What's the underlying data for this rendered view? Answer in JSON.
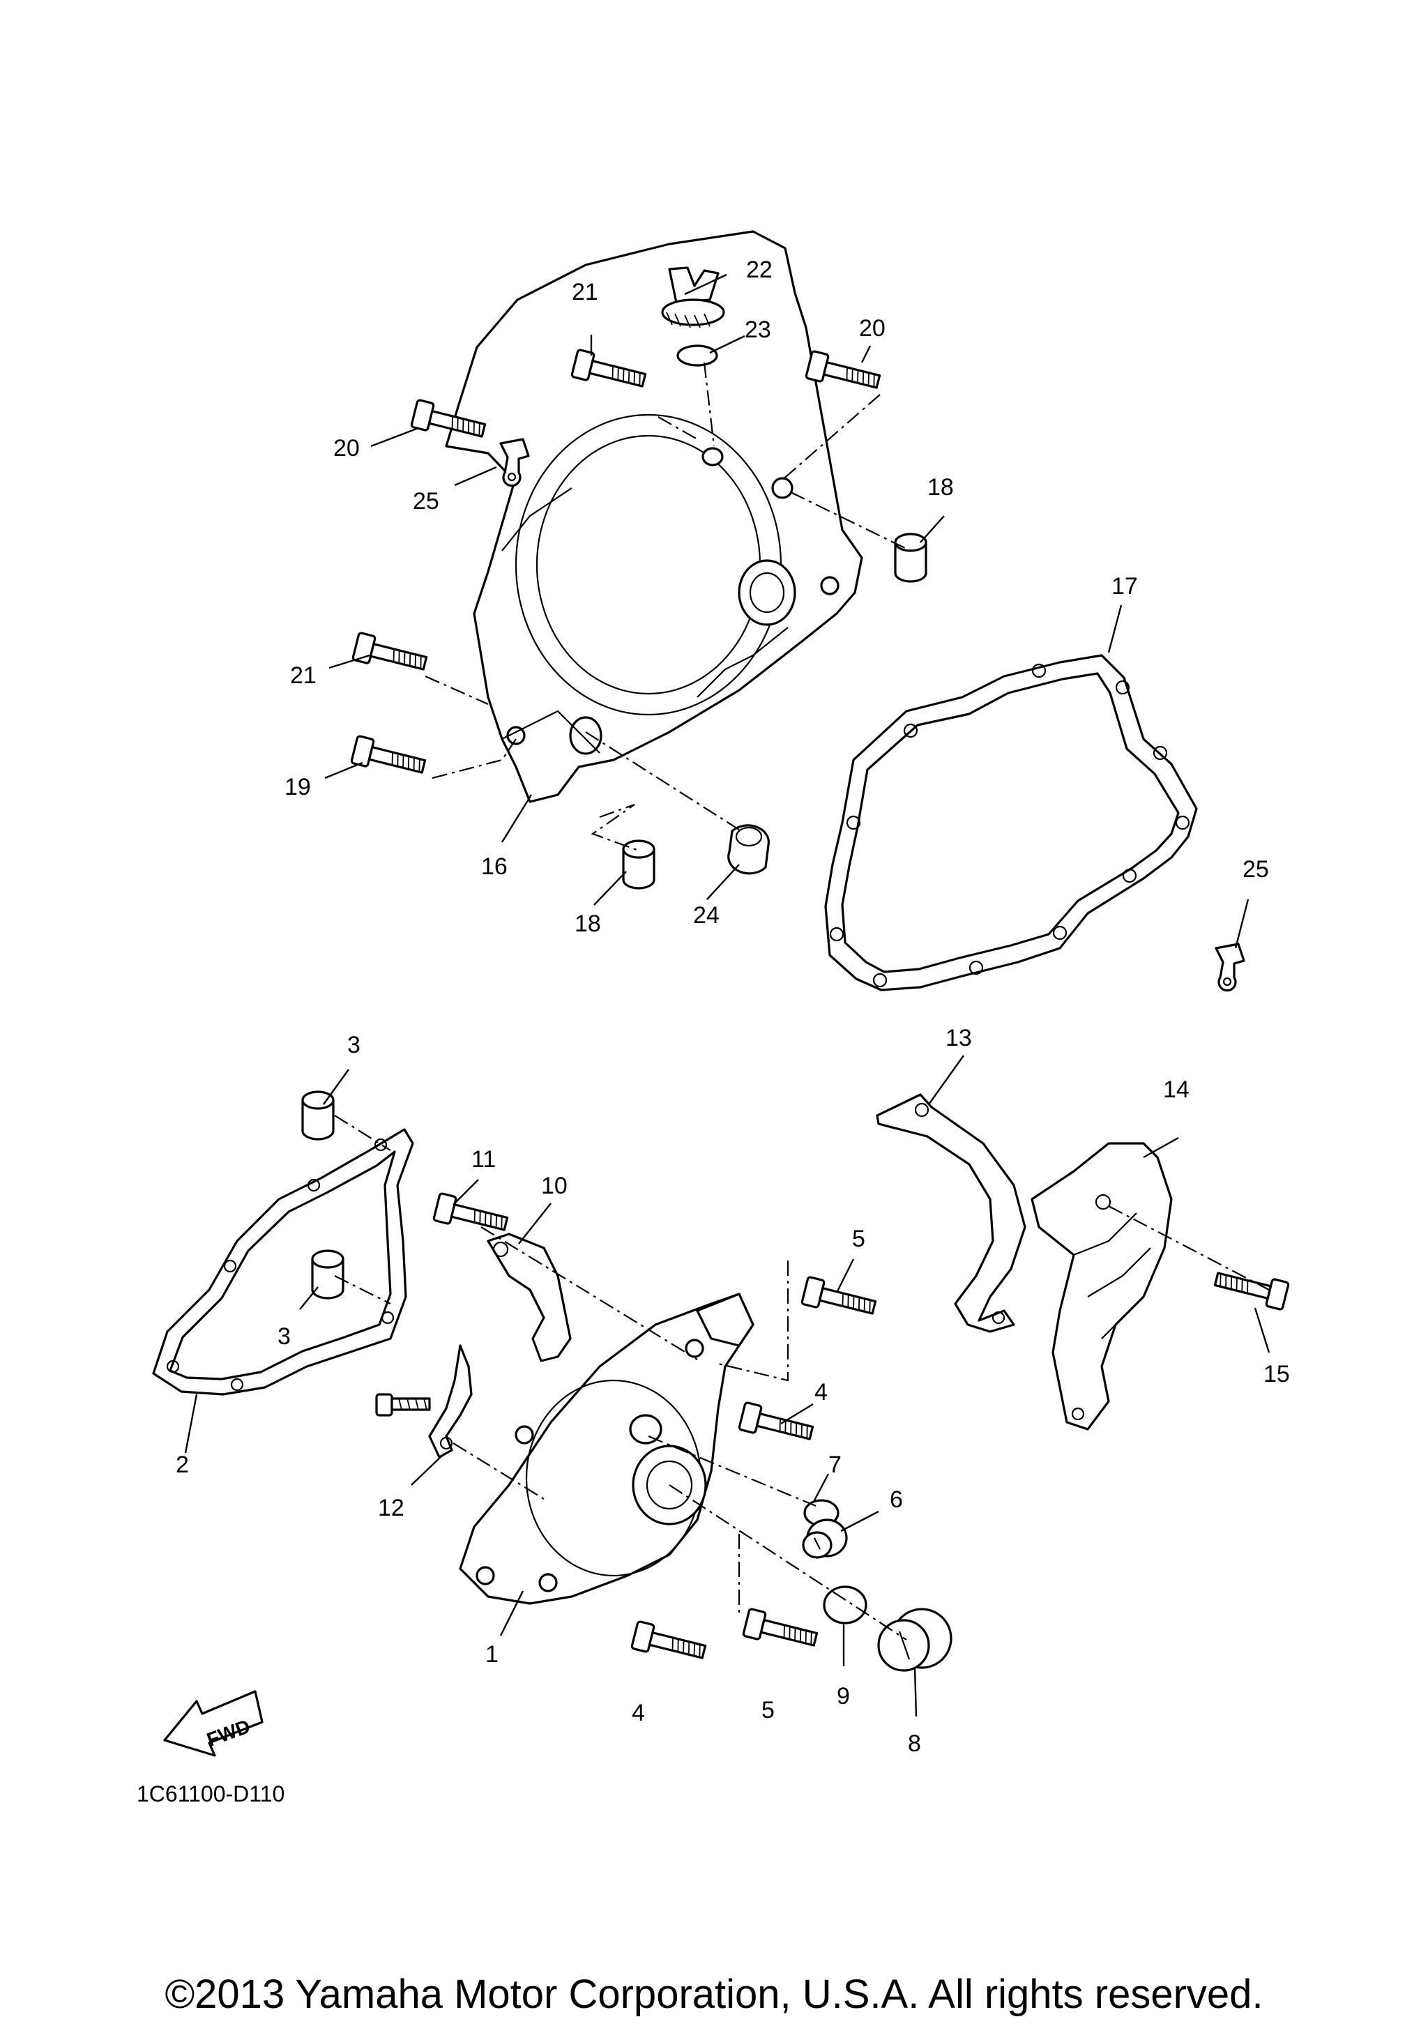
{
  "diagram": {
    "drawing_code": "1C61100-D110",
    "fwd_label": "FWD",
    "callouts": [
      {
        "n": "1"
      },
      {
        "n": "2"
      },
      {
        "n": "3"
      },
      {
        "n": "3"
      },
      {
        "n": "4"
      },
      {
        "n": "4"
      },
      {
        "n": "5"
      },
      {
        "n": "5"
      },
      {
        "n": "6"
      },
      {
        "n": "7"
      },
      {
        "n": "8"
      },
      {
        "n": "9"
      },
      {
        "n": "10"
      },
      {
        "n": "11"
      },
      {
        "n": "12"
      },
      {
        "n": "13"
      },
      {
        "n": "14"
      },
      {
        "n": "15"
      },
      {
        "n": "16"
      },
      {
        "n": "17"
      },
      {
        "n": "18"
      },
      {
        "n": "18"
      },
      {
        "n": "19"
      },
      {
        "n": "20"
      },
      {
        "n": "20"
      },
      {
        "n": "21"
      },
      {
        "n": "21"
      },
      {
        "n": "22"
      },
      {
        "n": "23"
      },
      {
        "n": "24"
      },
      {
        "n": "25"
      },
      {
        "n": "25"
      }
    ]
  },
  "footer": {
    "copyright": "©2013 Yamaha Motor Corporation, U.S.A. All rights reserved."
  }
}
